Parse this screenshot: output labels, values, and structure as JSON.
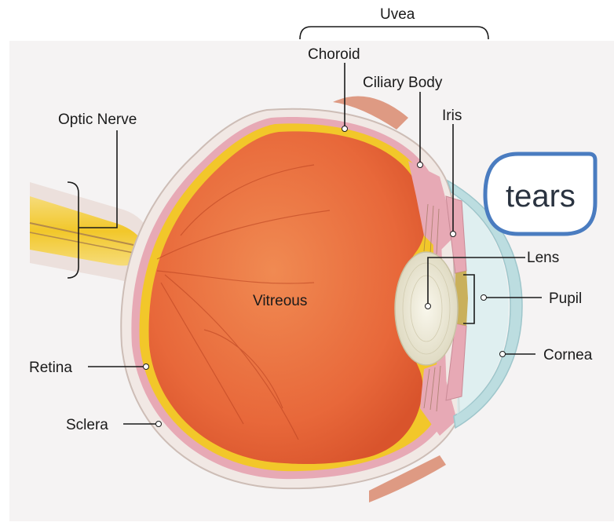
{
  "labels": {
    "uvea": "Uvea",
    "choroid": "Choroid",
    "ciliary_body": "Ciliary Body",
    "iris": "Iris",
    "optic_nerve": "Optic Nerve",
    "vitreous": "Vitreous",
    "lens": "Lens",
    "pupil": "Pupil",
    "cornea": "Cornea",
    "retina": "Retina",
    "sclera": "Sclera"
  },
  "callout": {
    "text": "tears",
    "border_color": "#4a7cc0"
  },
  "colors": {
    "vitreous": "#e86a3a",
    "retina": "#f2c72a",
    "choroid": "#e7a9b5",
    "sclera": "#f1e8e4",
    "lens": "#eeebd8",
    "cornea": "#bcdde0",
    "optic_nerve": "#f4d35e"
  }
}
